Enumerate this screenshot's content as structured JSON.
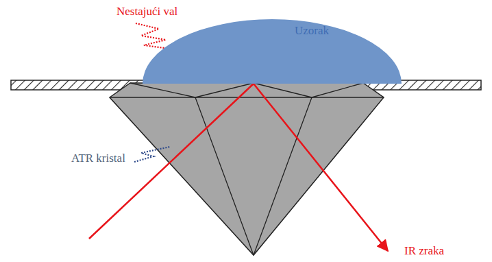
{
  "diagram": {
    "nodes": [
      {
        "text": [
          "Uzorak"
        ]
      }
    ],
    "labels": [
      "Nestajući val",
      "ATR kristal",
      "IR zraka"
    ]
  }
}
